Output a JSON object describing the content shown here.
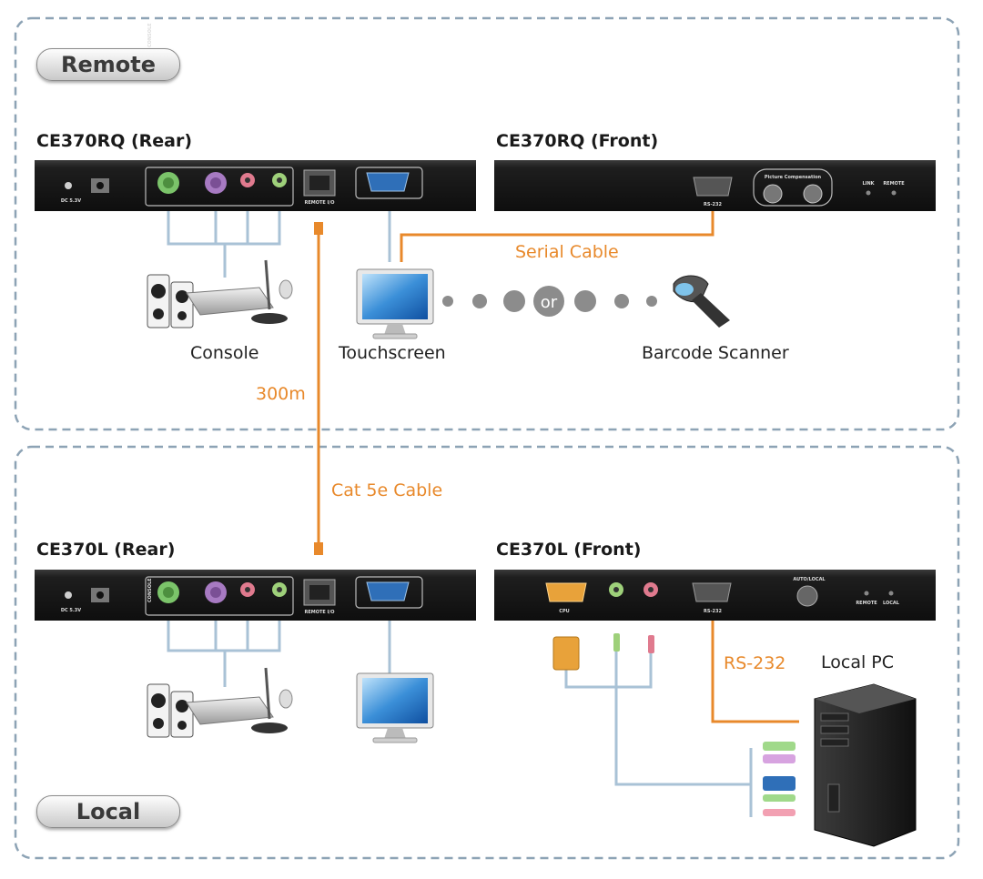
{
  "zones": {
    "remote_label": "Remote",
    "local_label": "Local"
  },
  "devices": {
    "remote_rear_title": "CE370RQ (Rear)",
    "remote_front_title": "CE370RQ (Front)",
    "local_rear_title": "CE370L (Rear)",
    "local_front_title": "CE370L (Front)"
  },
  "panel_text": {
    "remote_io": "REMOTE I/O",
    "console": "CONSOLE",
    "rs232": "RS-232",
    "picture_compensation": "Picture Compensation",
    "link": "LINK",
    "remote": "REMOTE",
    "cpu": "CPU",
    "auto_local": "AUTO/LOCAL",
    "local": "LOCAL",
    "power": "DC 5.3V"
  },
  "captions": {
    "console": "Console",
    "touchscreen": "Touchscreen",
    "barcode_scanner": "Barcode Scanner",
    "or": "or",
    "local_pc": "Local PC"
  },
  "cables": {
    "serial": "Serial Cable",
    "distance": "300m",
    "cat5e": "Cat 5e Cable",
    "rs232": "RS-232"
  },
  "colors": {
    "orange_cable": "#e8892b",
    "blue_cable": "#a9c2d6",
    "panel": "#1b1b1b",
    "dashed_border": "#8da3b5",
    "ps2_green": "#7bc46a",
    "ps2_purple": "#a77ac2",
    "vga_blue": "#2f6fb8"
  }
}
